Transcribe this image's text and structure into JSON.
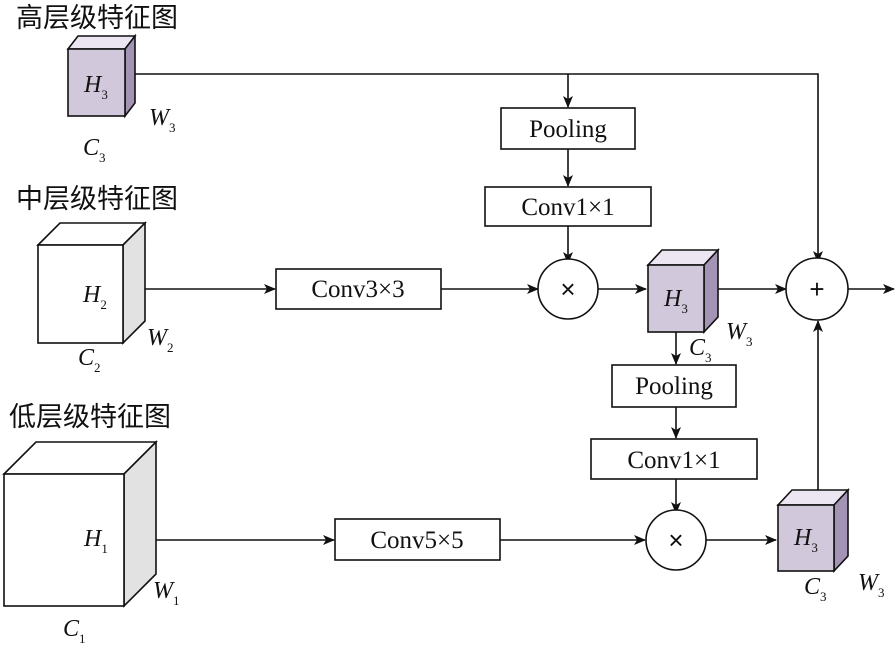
{
  "titles": {
    "high": "高层级特征图",
    "mid": "中层级特征图",
    "low": "低层级特征图"
  },
  "blocks": {
    "pooling_top": "Pooling",
    "conv1_top": "Conv1×1",
    "conv3": "Conv3×3",
    "pooling_mid": "Pooling",
    "conv1_mid": "Conv1×1",
    "conv5": "Conv5×5"
  },
  "ops": {
    "multiply": "×",
    "add": "+"
  },
  "cubes": {
    "high": {
      "h": "H",
      "h_sub": "3",
      "w": "W",
      "w_sub": "3",
      "c": "C",
      "c_sub": "3"
    },
    "mid": {
      "h": "H",
      "h_sub": "2",
      "w": "W",
      "w_sub": "2",
      "c": "C",
      "c_sub": "2"
    },
    "low": {
      "h": "H",
      "h_sub": "1",
      "w": "W",
      "w_sub": "1",
      "c": "C",
      "c_sub": "1"
    },
    "fused_mid": {
      "h": "H",
      "h_sub": "3",
      "w": "W",
      "w_sub": "3",
      "c": "C",
      "c_sub": "3"
    },
    "fused_low": {
      "h": "H",
      "h_sub": "3",
      "w": "W",
      "w_sub": "3",
      "c": "C",
      "c_sub": "3"
    }
  },
  "colors": {
    "feature_front": "#d2c8dc",
    "feature_top": "#ebe6f1",
    "feature_side": "#a393b4",
    "plain_front": "#ffffff",
    "plain_top": "#ffffff",
    "plain_side": "#e2e2e2",
    "stroke": "#111111"
  }
}
